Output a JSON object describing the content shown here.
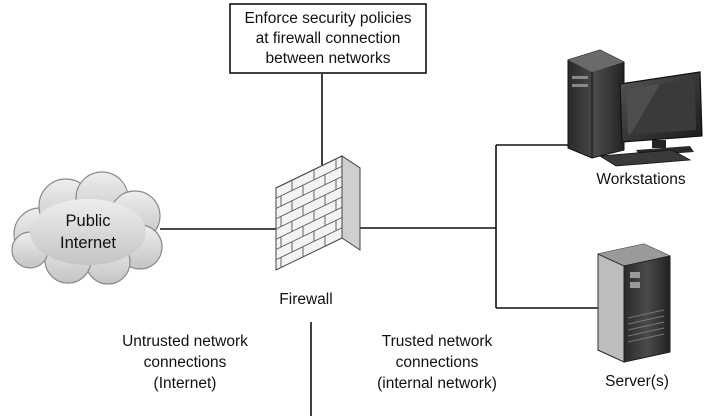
{
  "policy_box": {
    "lines": [
      "Enforce security policies",
      "at firewall connection",
      "between networks"
    ]
  },
  "cloud": {
    "lines": [
      "Public",
      "Internet"
    ]
  },
  "firewall": {
    "label": "Firewall"
  },
  "workstations": {
    "label": "Workstations"
  },
  "server": {
    "label": "Server(s)"
  },
  "untrusted": {
    "lines": [
      "Untrusted network",
      "connections",
      "(Internet)"
    ]
  },
  "trusted": {
    "lines": [
      "Trusted network",
      "connections",
      "(internal network)"
    ]
  }
}
